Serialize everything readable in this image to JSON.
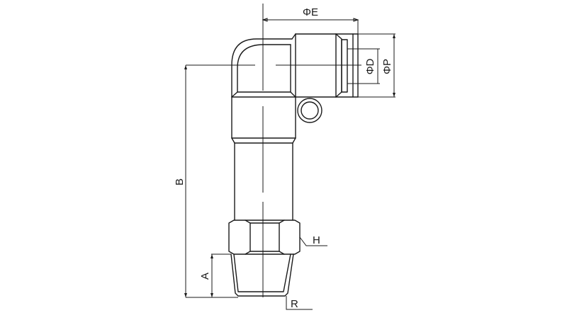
{
  "diagram": {
    "title": "Male elbow push-in fitting (extended) dimension drawing",
    "stroke_color": "#1a1a1a",
    "background": "#ffffff",
    "labels": {
      "E": "ΦE",
      "D": "ΦD",
      "P": "ΦP",
      "B": "B",
      "A": "A",
      "H": "H",
      "R": "R"
    }
  }
}
